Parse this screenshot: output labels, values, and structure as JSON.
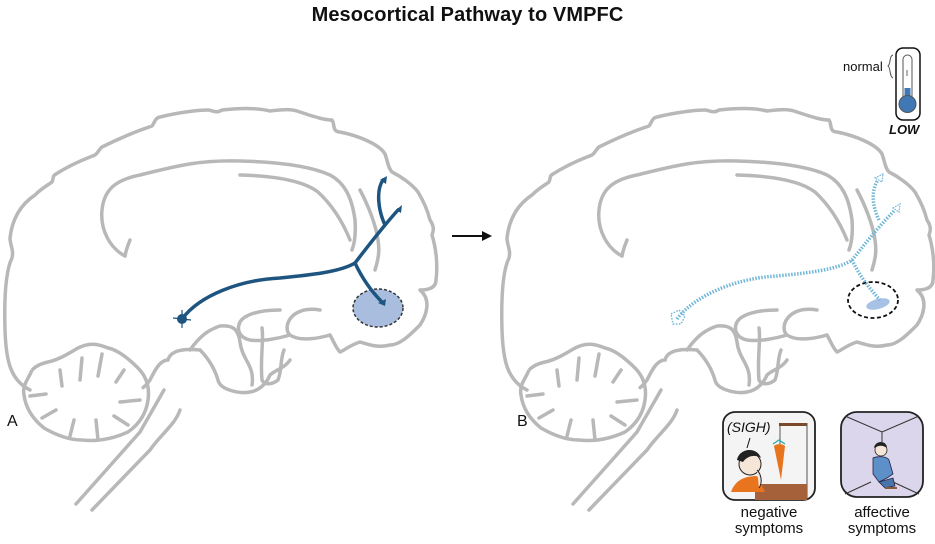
{
  "title": "Mesocortical Pathway to VMPFC",
  "panels": {
    "a": {
      "label": "A",
      "pathway_state": "normal"
    },
    "b": {
      "label": "B",
      "pathway_state": "reduced"
    }
  },
  "thermometer": {
    "range_label": "normal",
    "level_label": "LOW",
    "level_fraction": 0.2
  },
  "symptoms": [
    {
      "caption_line1": "negative",
      "caption_line2": "symptoms",
      "speech": "(SIGH)",
      "icon": "sighing-person-carrot-icon"
    },
    {
      "caption_line1": "affective",
      "caption_line2": "symptoms",
      "icon": "sad-person-in-box-icon"
    }
  ],
  "colors": {
    "brain_outline": "#b8b8b8",
    "pathway_active": "#1e5580",
    "pathway_reduced": "#6fb6d6",
    "vmpfc_fill": "#a9bedf",
    "vmpfc_fill_reduced": "#a8c2e6",
    "thermometer_fluid": "#3f78b5",
    "negative_panel_bg": "#f1f1f1",
    "affective_panel_bg": "#dcd6ec",
    "shirt_orange": "#e8741e",
    "shirt_blue": "#5d8fc9"
  }
}
